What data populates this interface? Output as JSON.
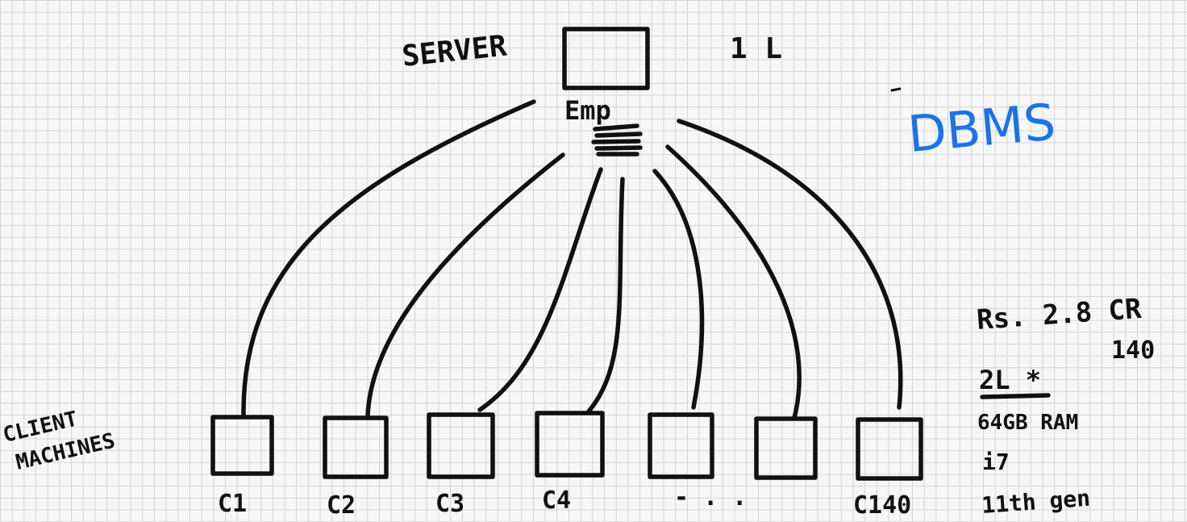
{
  "server": {
    "label": "SERVER",
    "db_label": "Emp",
    "count": "1 L"
  },
  "dbms_label": "DBMS",
  "client_heading": [
    "CLIENT",
    "MACHINES"
  ],
  "clients": [
    {
      "label": "C1"
    },
    {
      "label": "C2"
    },
    {
      "label": "C3"
    },
    {
      "label": "C4"
    },
    {
      "label": "- . ."
    },
    {
      "label": ""
    },
    {
      "label": "C140"
    }
  ],
  "notes": {
    "cost": "Rs. 2.8 CR",
    "qty": "140",
    "price": "2L *",
    "ram": "64GB RAM",
    "cpu": "i7",
    "gen": "11th gen"
  },
  "colors": {
    "ink": "#111111",
    "accent": "#1a73e8",
    "grid": "#d4d4d4"
  }
}
